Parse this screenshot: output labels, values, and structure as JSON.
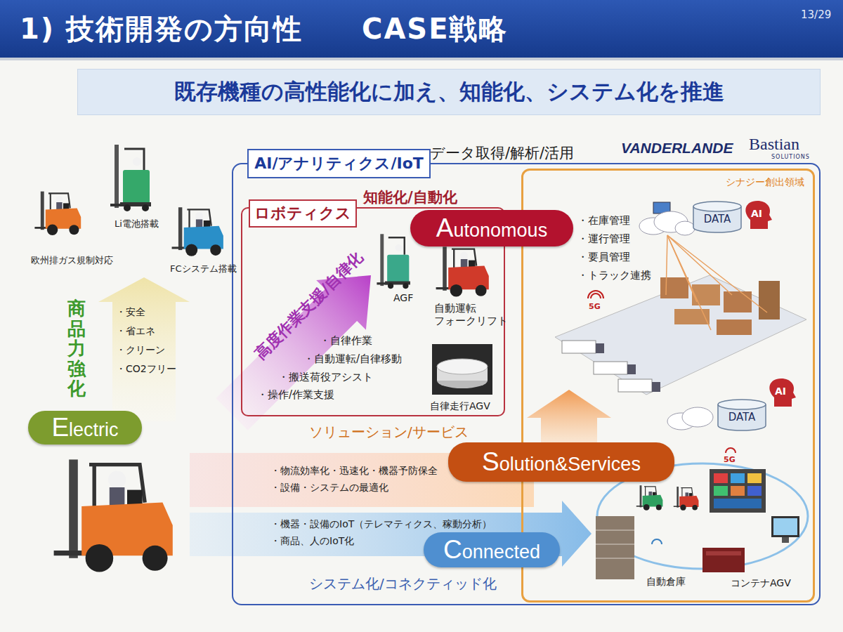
{
  "diagram": {
    "title": "1) 技術開発の方向性　　CASE戦略",
    "nodes": [
      {
        "text": [
          "既存機種の高性能化に加え、知能化、システム化を推進"
        ]
      },
      {
        "text": [
          "システム化/コネクティッド化"
        ]
      },
      {
        "text": [
          "AI/アナリティクス/IoT"
        ],
        "in": 1
      },
      {
        "text": [
          "知能化/自動化"
        ],
        "in": 1
      },
      {
        "text": [
          "ロボティクス"
        ],
        "in": 3
      },
      {
        "text": [
          "シナジー創出領域"
        ],
        "in": 1
      },
      {
        "text": [
          "DATA"
        ],
        "in": 5
      },
      {
        "text": [
          "DATA"
        ],
        "in": 5
      },
      {
        "text": [
          "Electric"
        ]
      },
      {
        "text": [
          "Autonomous"
        ]
      },
      {
        "text": [
          "Solution&Services"
        ]
      },
      {
        "text": [
          "Connected"
        ]
      }
    ],
    "labels": [
      "13/29",
      "欧州排ガス規制対応",
      "Li電池搭載",
      "FCシステム搭載",
      "商品力強化",
      "・安全",
      "・省エネ",
      "・クリーン",
      "・CO2フリー",
      "データ取得/解析/活用",
      "VANDERLANDE",
      "Bastian",
      "SOLUTIONS",
      "高度作業支援/自律化",
      "AGF",
      "自動運転 フォークリフト",
      "・自律作業",
      "・自動運転/自律移動",
      "・搬送荷役アシスト",
      "・操作/作業支援",
      "自律走行AGV",
      "・在庫管理",
      "・運行管理",
      "・要員管理",
      "・トラック連携",
      "AI",
      "5G",
      "AI",
      "5G",
      "ソリューション/サービス",
      "・物流効率化・迅速化・機器予防保全",
      "・設備・システムの最適化",
      "・機器・設備のIoT（テレマティクス、稼動分析）",
      "・商品、人のIoT化",
      "自動倉庫",
      "コンテナAGV"
    ]
  }
}
